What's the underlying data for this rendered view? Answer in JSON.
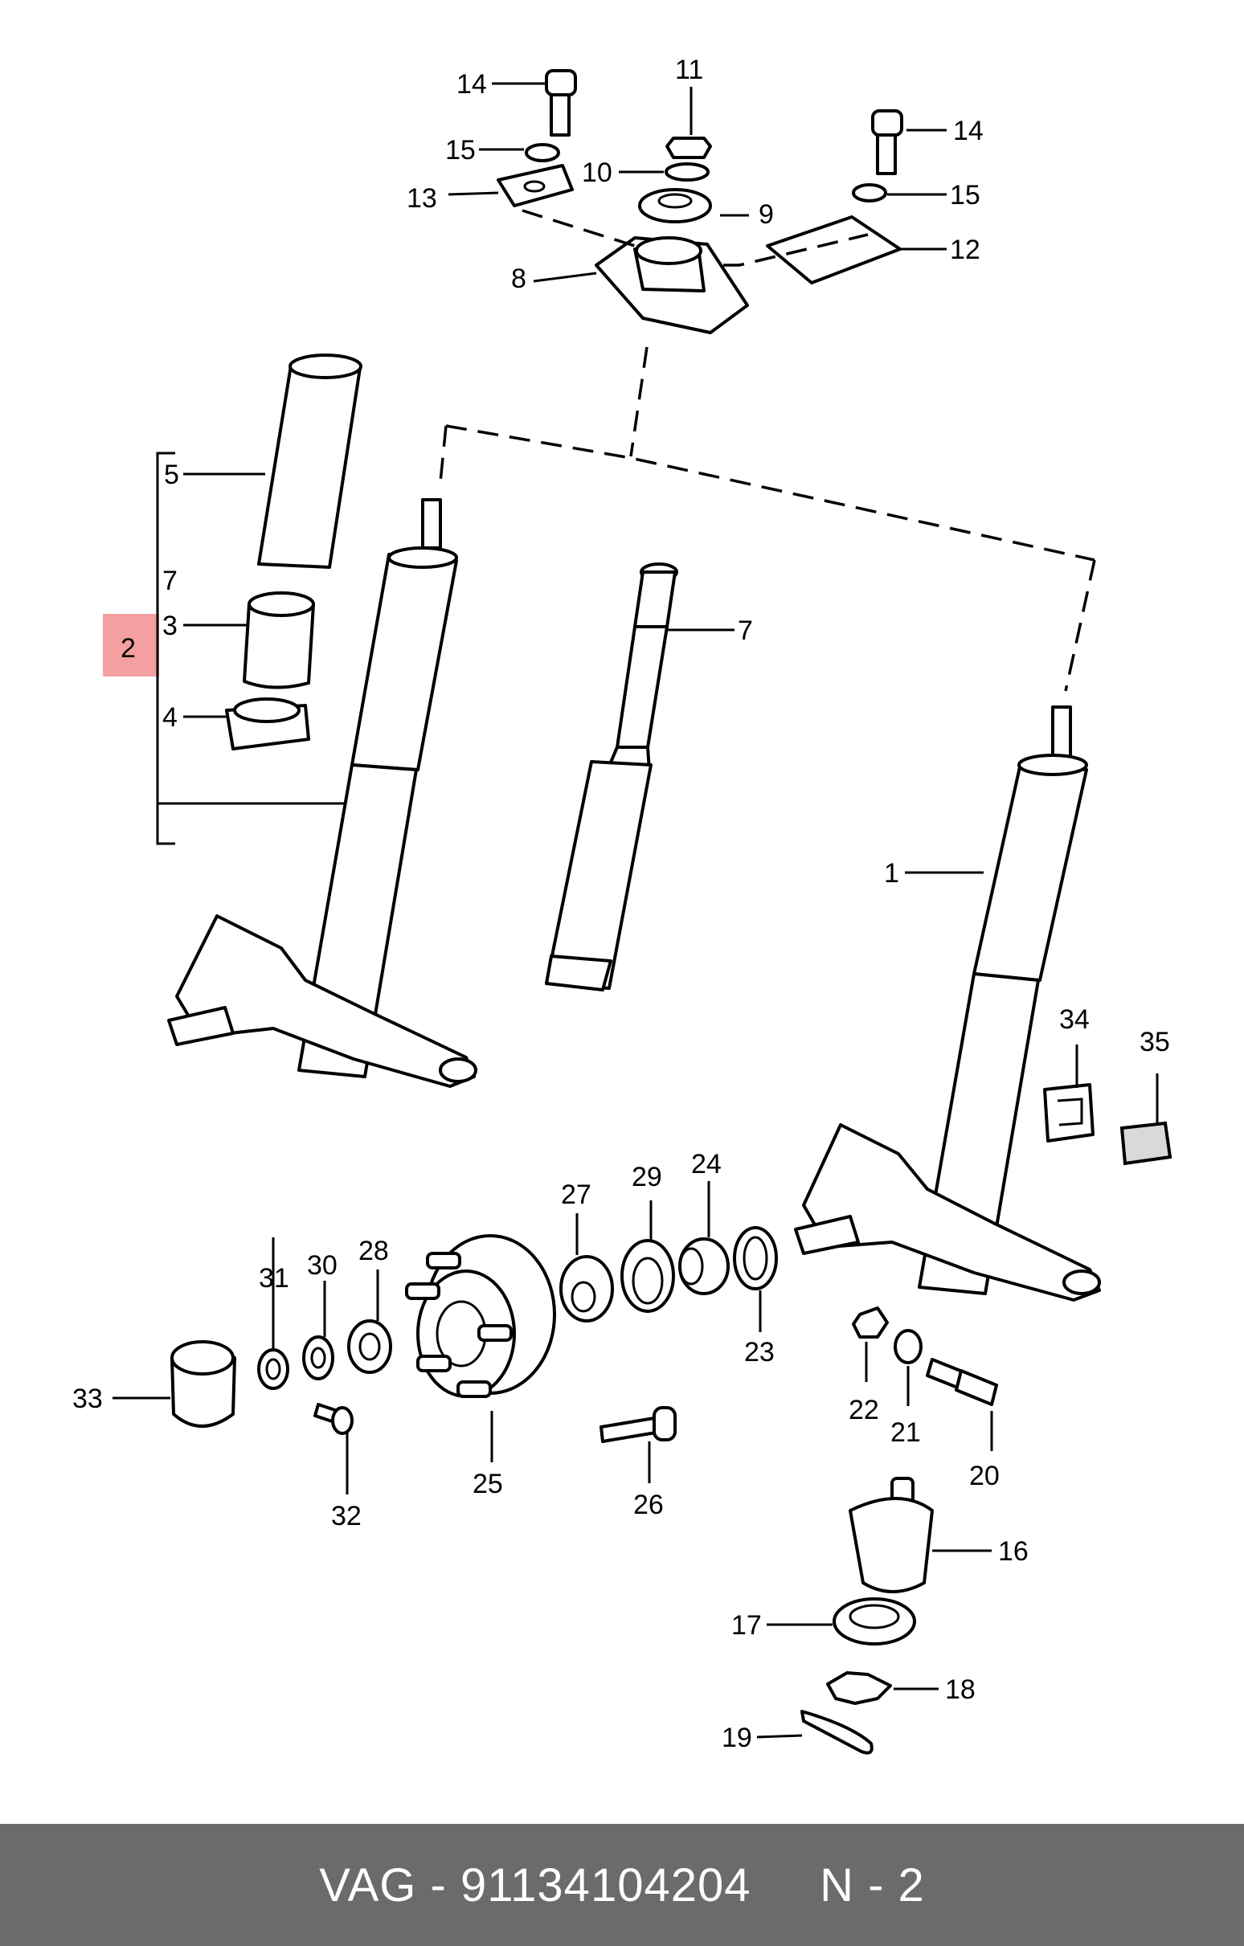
{
  "callouts": {
    "c1": "1",
    "c2": "2",
    "c3": "3",
    "c4": "4",
    "c5": "5",
    "c7a": "7",
    "c7b": "7",
    "c8": "8",
    "c9": "9",
    "c10": "10",
    "c11": "11",
    "c12": "12",
    "c13": "13",
    "c14a": "14",
    "c14b": "14",
    "c15a": "15",
    "c15b": "15",
    "c16": "16",
    "c17": "17",
    "c18": "18",
    "c19": "19",
    "c20": "20",
    "c21": "21",
    "c22": "22",
    "c23": "23",
    "c24": "24",
    "c25": "25",
    "c26": "26",
    "c27": "27",
    "c28": "28",
    "c29": "29",
    "c30": "30",
    "c31": "31",
    "c32": "32",
    "c33": "33",
    "c34": "34",
    "c35": "35"
  },
  "footer": {
    "brand_part": "VAG - 91134104204",
    "page": "N - 2"
  },
  "colors": {
    "highlight": "#f4a0a0",
    "footer_bg": "#6b6b6b",
    "footer_text": "#ffffff"
  }
}
